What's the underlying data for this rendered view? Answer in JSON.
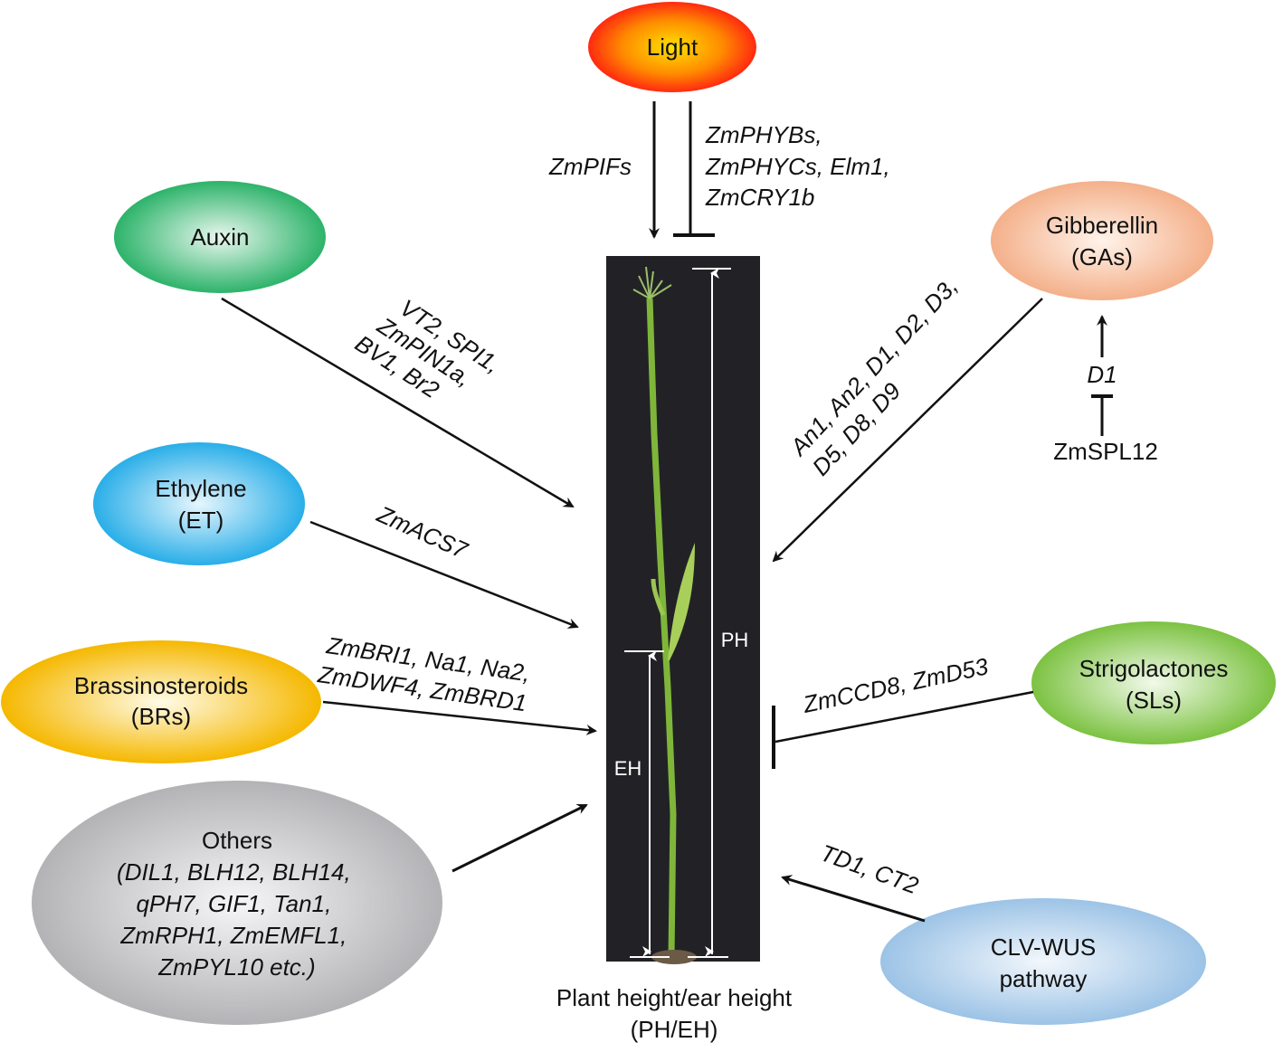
{
  "nodes": {
    "light": {
      "label": "Light",
      "color": "#ff3a10"
    },
    "auxin": {
      "label": "Auxin",
      "color": "#2db36a"
    },
    "gibberellin": {
      "label": "Gibberellin",
      "sub": "(GAs)",
      "color": "#f4b08a"
    },
    "ethylene": {
      "label": "Ethylene",
      "sub": "(ET)",
      "color": "#29aee8"
    },
    "brassinosteroids": {
      "label": "Brassinosteroids",
      "sub": "(BRs)",
      "color": "#f5b800"
    },
    "others": {
      "label": "Others",
      "lines": [
        "(DIL1, BLH12, BLH14,",
        "qPH7,  GIF1, Tan1,",
        "ZmRPH1, ZmEMFL1,",
        "ZmPYL10 etc.)"
      ],
      "color": "#b8b8b8"
    },
    "strigolactones": {
      "label": "Strigolactones",
      "sub": "(SLs)",
      "color": "#7cc242"
    },
    "clvwus": {
      "label": "CLV-WUS",
      "sub": "pathway",
      "color": "#9cc3e6"
    }
  },
  "edges": {
    "light_promote": "ZmPIFs",
    "light_inhibit": [
      "ZmPHYBs,",
      "ZmPHYCs, Elm1,",
      "ZmCRY1b"
    ],
    "auxin": [
      "VT2, SPI1,",
      "ZmPIN1a,",
      "BV1, Br2"
    ],
    "ethylene": "ZmACS7",
    "brassinosteroids": [
      "ZmBRI1, Na1, Na2,",
      "ZmDWF4, ZmBRD1"
    ],
    "gibberellin": [
      "An1, An2, D1, D2, D3,",
      "D5, D8, D9"
    ],
    "ga_regulator": "D1",
    "ga_upstream": "ZmSPL12",
    "strigolactones": "ZmCCD8, ZmD53",
    "clvwus": "TD1, CT2"
  },
  "center": {
    "ph_label": "PH",
    "eh_label": "EH",
    "caption": "Plant height/ear height",
    "caption_sub": "(PH/EH)"
  }
}
